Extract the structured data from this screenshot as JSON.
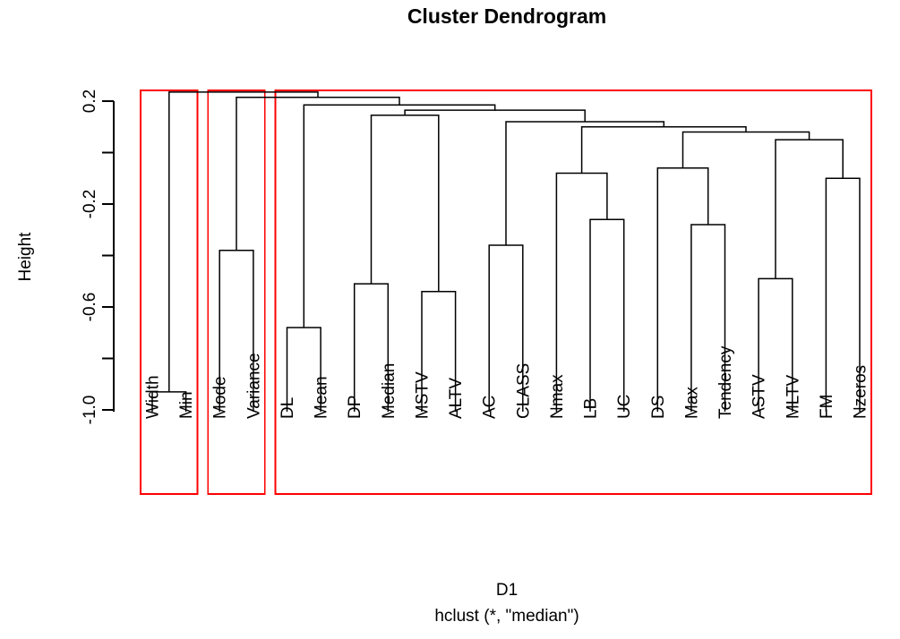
{
  "figure": {
    "title": "Cluster Dendrogram",
    "xlabel_main": "D1",
    "xlabel_sub": "hclust (*, \"median\")",
    "ylabel": "Height",
    "colors": {
      "line": "#000000",
      "cluster_box": "#ff0000",
      "background": "#ffffff"
    }
  },
  "chart_data": {
    "type": "dendrogram",
    "title": "Cluster Dendrogram",
    "xlabel": "D1",
    "sublabel": "hclust (*, \"median\")",
    "ylabel": "Height",
    "grid": false,
    "legend": "none",
    "ylim": [
      -1.35,
      0.28
    ],
    "ytick_labels": [
      "0.2",
      "-0.2",
      "-0.6",
      "-1.0"
    ],
    "ytick_values": [
      0.2,
      -0.2,
      -0.6,
      -1.0
    ],
    "ytick_minor_values": [
      0.0,
      -0.4,
      -0.8
    ],
    "leaves": [
      "Width",
      "Min",
      "Mode",
      "Variance",
      "DL",
      "Mean",
      "DP",
      "Median",
      "MSTV",
      "ALTV",
      "AC",
      "CLASS",
      "Nmax",
      "LB",
      "UC",
      "DS",
      "Max",
      "Tendency",
      "ASTV",
      "MLTV",
      "FM",
      "Nzeros"
    ],
    "leaf_count": 22,
    "merges": [
      {
        "id": "m1",
        "left": "Width",
        "right": "Min",
        "height": -0.93
      },
      {
        "id": "m2",
        "left": "Mode",
        "right": "Variance",
        "height": -0.38
      },
      {
        "id": "m3",
        "left": "DL",
        "right": "Mean",
        "height": -0.68
      },
      {
        "id": "m4",
        "left": "DP",
        "right": "Median",
        "height": -0.51
      },
      {
        "id": "m5",
        "left": "MSTV",
        "right": "ALTV",
        "height": -0.54
      },
      {
        "id": "m6",
        "left": "AC",
        "right": "CLASS",
        "height": -0.36
      },
      {
        "id": "m7",
        "left": "LB",
        "right": "UC",
        "height": -0.26
      },
      {
        "id": "m8",
        "left": "Nmax",
        "right": "m7",
        "height": -0.08
      },
      {
        "id": "m9",
        "left": "Max",
        "right": "Tendency",
        "height": -0.28
      },
      {
        "id": "m10",
        "left": "DS",
        "right": "m9",
        "height": -0.06
      },
      {
        "id": "m11",
        "left": "ASTV",
        "right": "MLTV",
        "height": -0.49
      },
      {
        "id": "m12",
        "left": "FM",
        "right": "Nzeros",
        "height": -0.1
      },
      {
        "id": "m13",
        "left": "m11",
        "right": "m12",
        "height": 0.05
      },
      {
        "id": "m14",
        "left": "m10",
        "right": "m13",
        "height": 0.08
      },
      {
        "id": "m15",
        "left": "m8",
        "right": "m14",
        "height": 0.1
      },
      {
        "id": "m16",
        "left": "m6",
        "right": "m15",
        "height": 0.12
      },
      {
        "id": "m17",
        "left": "m4",
        "right": "m5",
        "height": 0.145
      },
      {
        "id": "m18",
        "left": "m17",
        "right": "m16",
        "height": 0.165
      },
      {
        "id": "m19",
        "left": "m3",
        "right": "m18",
        "height": 0.185
      },
      {
        "id": "m20",
        "left": "m2",
        "right": "m19",
        "height": 0.215
      },
      {
        "id": "m21",
        "left": "m1",
        "right": "m20",
        "height": 0.235
      }
    ],
    "cluster_rects": [
      {
        "label": "cluster-1",
        "leaf_from": "Width",
        "leaf_to": "Min",
        "count": 2
      },
      {
        "label": "cluster-2",
        "leaf_from": "Mode",
        "leaf_to": "Variance",
        "count": 2
      },
      {
        "label": "cluster-3",
        "leaf_from": "DL",
        "leaf_to": "Nzeros",
        "count": 18
      }
    ]
  }
}
